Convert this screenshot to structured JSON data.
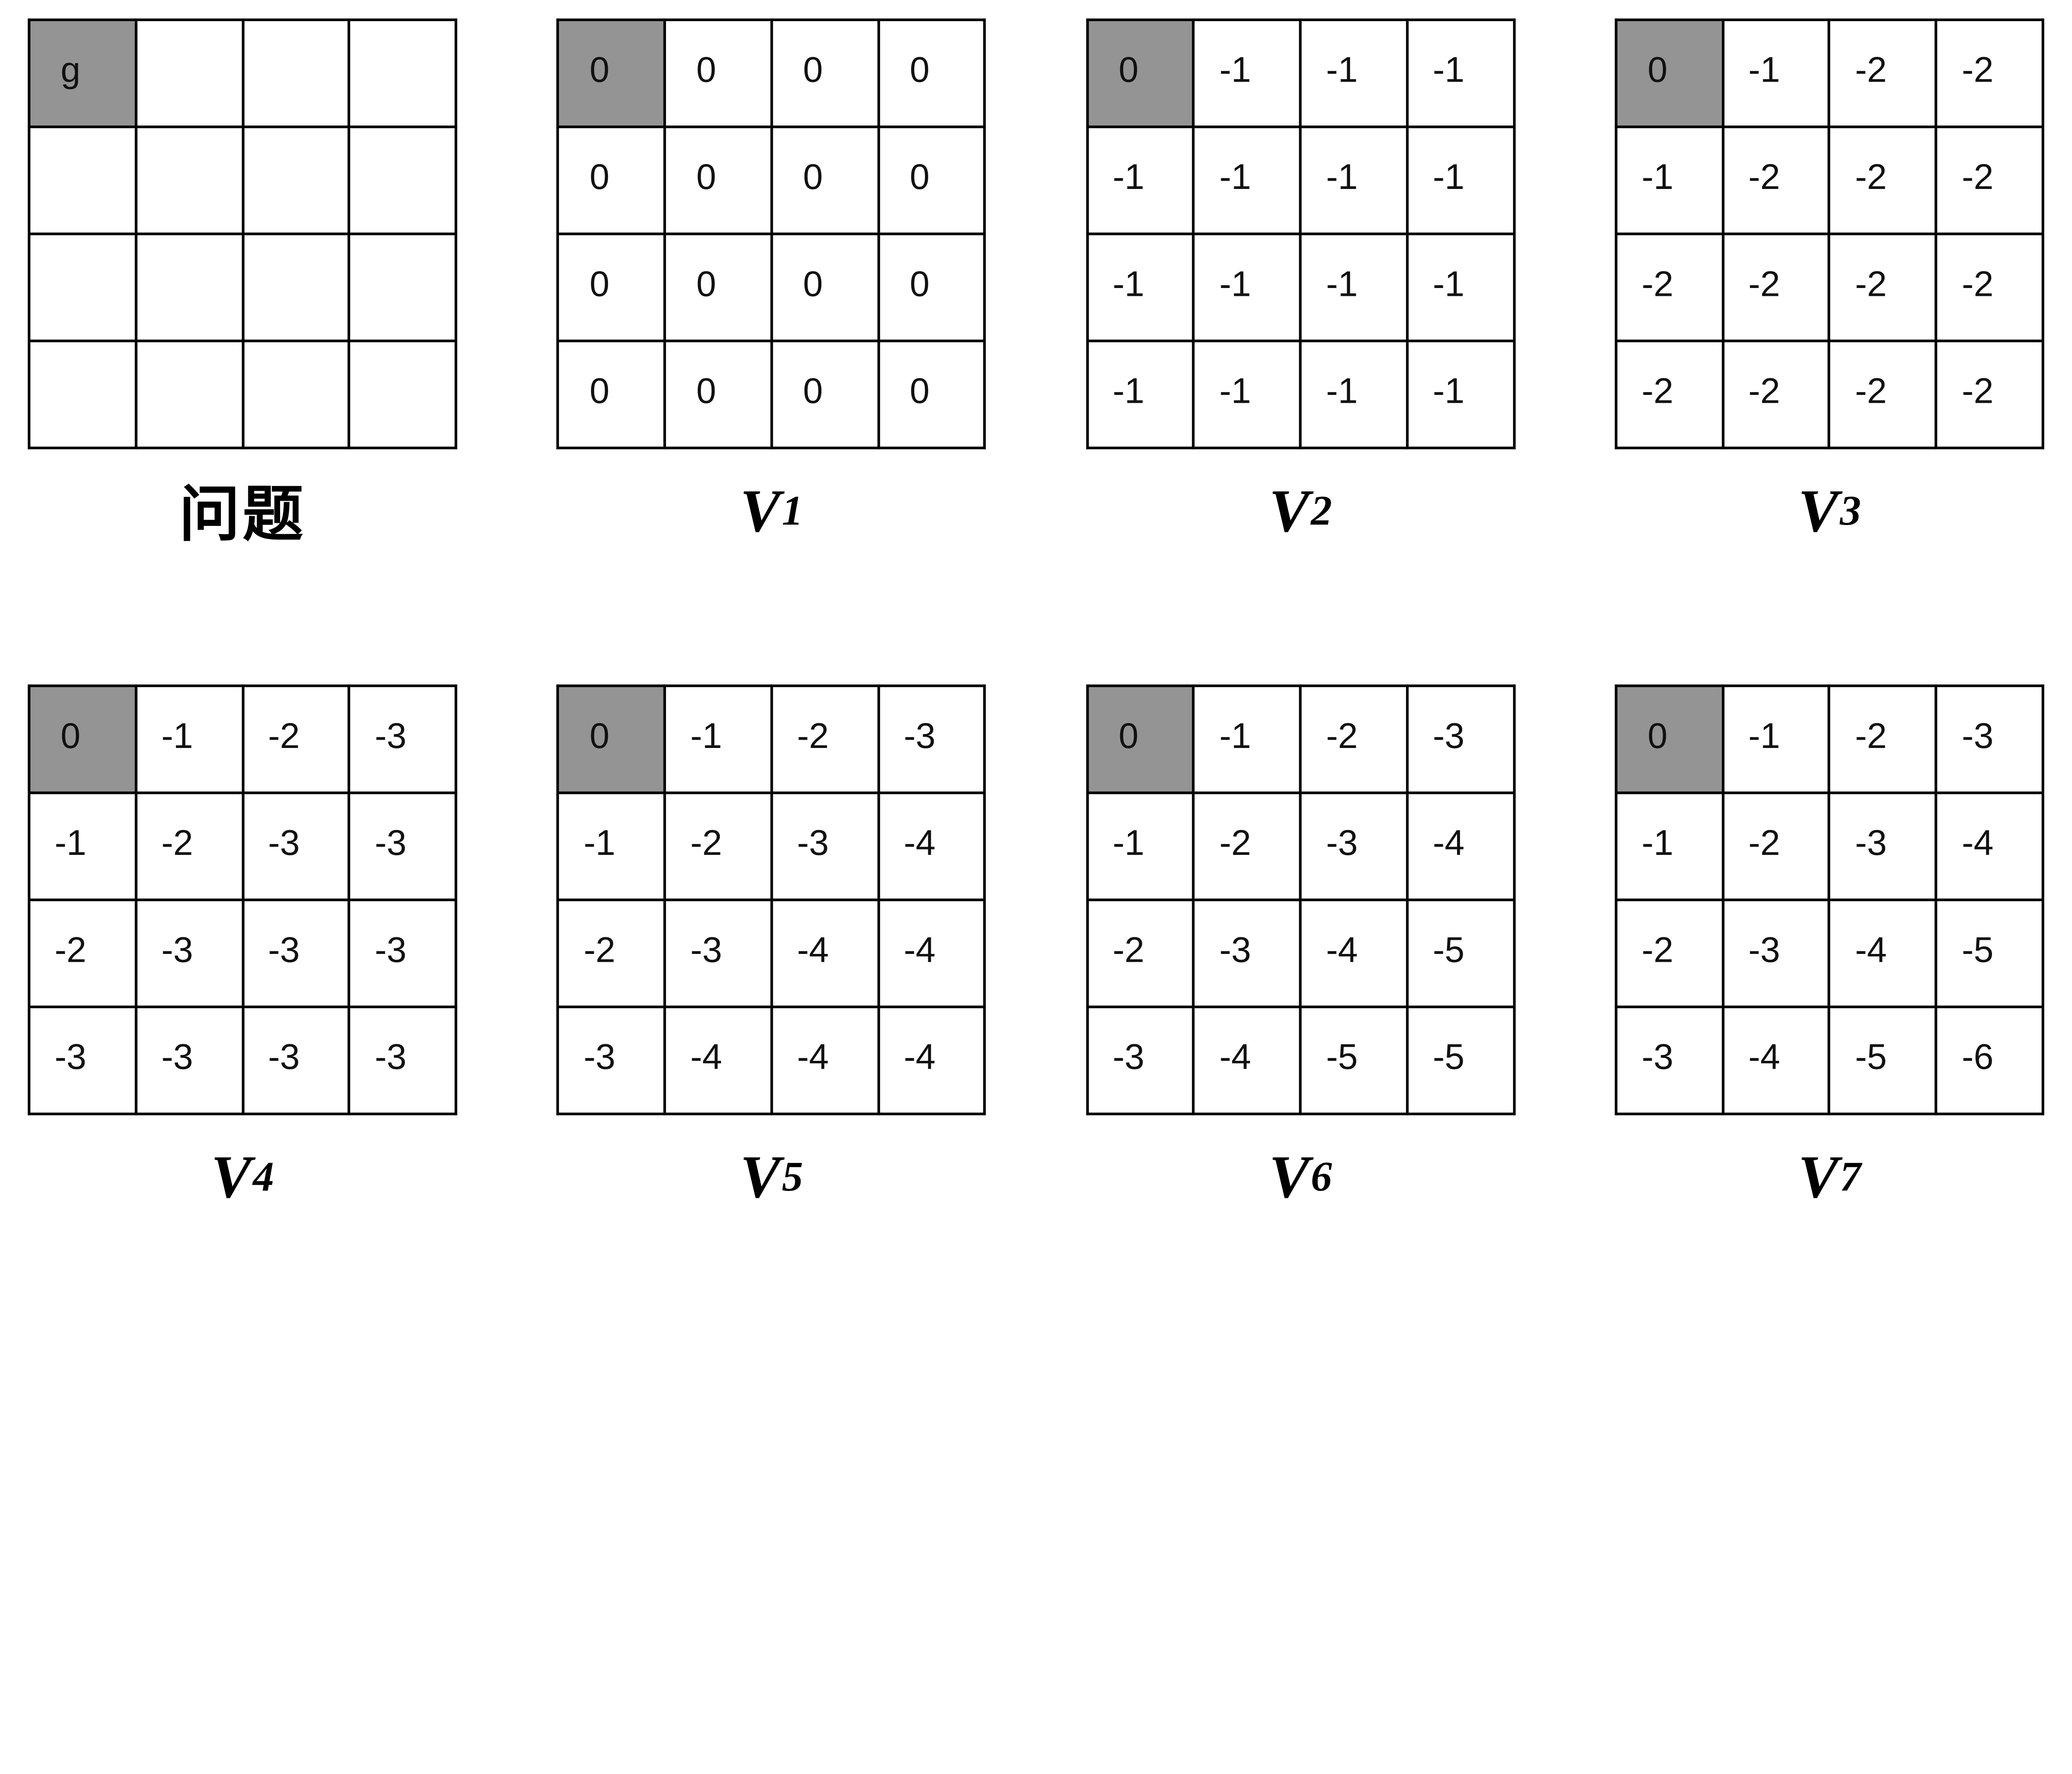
{
  "diagram_title": "value-iteration-gridworld",
  "colors": {
    "goal_cell_bg": "#949494",
    "grid_line": "#000000",
    "cell_bg": "#ffffff",
    "text": "#111111"
  },
  "panels": [
    {
      "id": "problem",
      "label": "问题",
      "sub": "",
      "highlight": [
        0,
        0
      ],
      "rows": [
        [
          "g",
          "",
          "",
          ""
        ],
        [
          "",
          "",
          "",
          ""
        ],
        [
          "",
          "",
          "",
          ""
        ],
        [
          "",
          "",
          "",
          ""
        ]
      ]
    },
    {
      "id": "v1",
      "label": "V",
      "sub": "1",
      "highlight": [
        0,
        0
      ],
      "rows": [
        [
          "0",
          "0",
          "0",
          "0"
        ],
        [
          "0",
          "0",
          "0",
          "0"
        ],
        [
          "0",
          "0",
          "0",
          "0"
        ],
        [
          "0",
          "0",
          "0",
          "0"
        ]
      ]
    },
    {
      "id": "v2",
      "label": "V",
      "sub": "2",
      "highlight": [
        0,
        0
      ],
      "rows": [
        [
          "0",
          "-1",
          "-1",
          "-1"
        ],
        [
          "-1",
          "-1",
          "-1",
          "-1"
        ],
        [
          "-1",
          "-1",
          "-1",
          "-1"
        ],
        [
          "-1",
          "-1",
          "-1",
          "-1"
        ]
      ]
    },
    {
      "id": "v3",
      "label": "V",
      "sub": "3",
      "highlight": [
        0,
        0
      ],
      "rows": [
        [
          "0",
          "-1",
          "-2",
          "-2"
        ],
        [
          "-1",
          "-2",
          "-2",
          "-2"
        ],
        [
          "-2",
          "-2",
          "-2",
          "-2"
        ],
        [
          "-2",
          "-2",
          "-2",
          "-2"
        ]
      ]
    },
    {
      "id": "v4",
      "label": "V",
      "sub": "4",
      "highlight": [
        0,
        0
      ],
      "rows": [
        [
          "0",
          "-1",
          "-2",
          "-3"
        ],
        [
          "-1",
          "-2",
          "-3",
          "-3"
        ],
        [
          "-2",
          "-3",
          "-3",
          "-3"
        ],
        [
          "-3",
          "-3",
          "-3",
          "-3"
        ]
      ]
    },
    {
      "id": "v5",
      "label": "V",
      "sub": "5",
      "highlight": [
        0,
        0
      ],
      "rows": [
        [
          "0",
          "-1",
          "-2",
          "-3"
        ],
        [
          "-1",
          "-2",
          "-3",
          "-4"
        ],
        [
          "-2",
          "-3",
          "-4",
          "-4"
        ],
        [
          "-3",
          "-4",
          "-4",
          "-4"
        ]
      ]
    },
    {
      "id": "v6",
      "label": "V",
      "sub": "6",
      "highlight": [
        0,
        0
      ],
      "rows": [
        [
          "0",
          "-1",
          "-2",
          "-3"
        ],
        [
          "-1",
          "-2",
          "-3",
          "-4"
        ],
        [
          "-2",
          "-3",
          "-4",
          "-5"
        ],
        [
          "-3",
          "-4",
          "-5",
          "-5"
        ]
      ]
    },
    {
      "id": "v7",
      "label": "V",
      "sub": "7",
      "highlight": [
        0,
        0
      ],
      "rows": [
        [
          "0",
          "-1",
          "-2",
          "-3"
        ],
        [
          "-1",
          "-2",
          "-3",
          "-4"
        ],
        [
          "-2",
          "-3",
          "-4",
          "-5"
        ],
        [
          "-3",
          "-4",
          "-5",
          "-6"
        ]
      ]
    }
  ]
}
